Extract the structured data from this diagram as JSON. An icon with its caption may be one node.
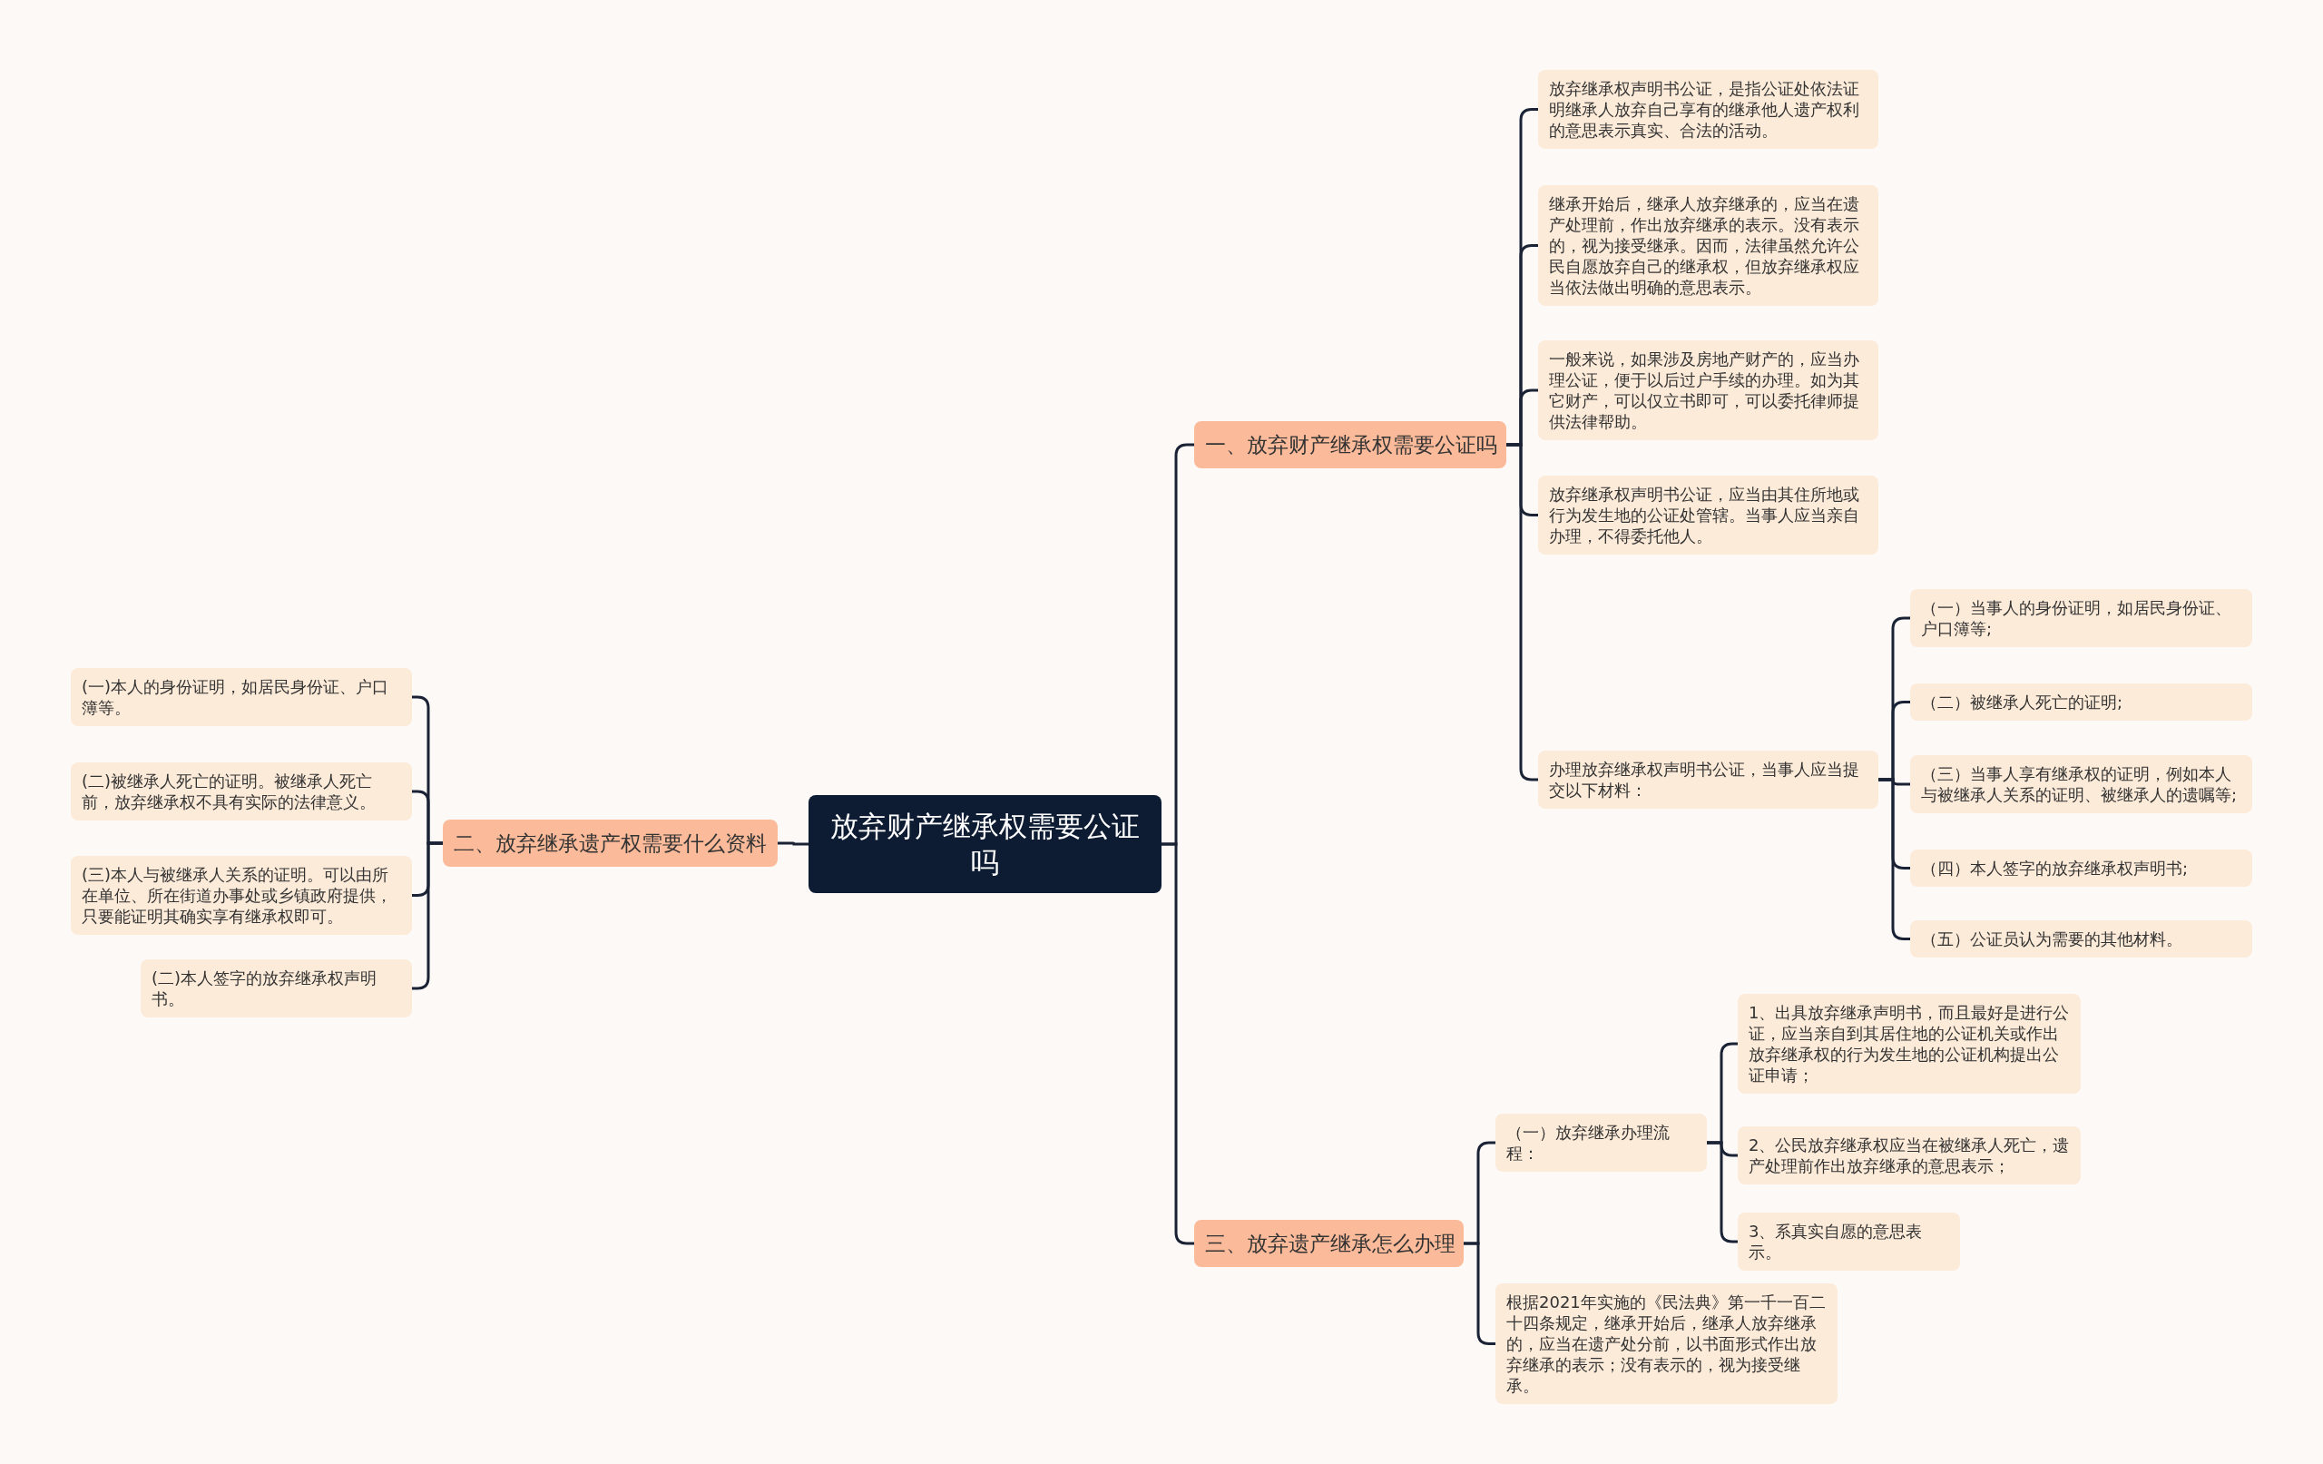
{
  "diagram": {
    "nodes": [
      {
        "text": [
          "放弃财产继承权需要公证吗"
        ]
      },
      {
        "text": [
          "一、放弃财产继承权需要公证吗"
        ]
      },
      {
        "text": [
          "放弃继承权声明书公证，是指公证处依法证明继承人放弃自己享有的继承他人遗产权利的意思表示真实、合法的活动。"
        ]
      },
      {
        "text": [
          "继承开始后，继承人放弃继承的，应当在遗产处理前，作出放弃继承的表示。没有表示的，视为接受继承。因而，法律虽然允许公民自愿放弃自己的继承权，但放弃继承权应当依法做出明确的意思表示。"
        ]
      },
      {
        "text": [
          "一般来说，如果涉及房地产财产的，应当办理公证，便于以后过户手续的办理。如为其它财产，可以仅立书即可，可以委托律师提供法律帮助。"
        ]
      },
      {
        "text": [
          "放弃继承权声明书公证，应当由其住所地或行为发生地的公证处管辖。当事人应当亲自办理，不得委托他人。"
        ]
      },
      {
        "text": [
          "办理放弃继承权声明书公证，当事人应当提交以下材料："
        ]
      },
      {
        "text": [
          "（一）当事人的身份证明，如居民身份证、户口簿等;"
        ]
      },
      {
        "text": [
          "（二）被继承人死亡的证明;"
        ]
      },
      {
        "text": [
          "（三）当事人享有继承权的证明，例如本人与被继承人关系的证明、被继承人的遗嘱等;"
        ]
      },
      {
        "text": [
          "（四）本人签字的放弃继承权声明书;"
        ]
      },
      {
        "text": [
          "（五）公证员认为需要的其他材料。"
        ]
      },
      {
        "text": [
          "三、放弃遗产继承怎么办理"
        ]
      },
      {
        "text": [
          "（一）放弃继承办理流程："
        ]
      },
      {
        "text": [
          "1、出具放弃继承声明书，而且最好是进行公证，应当亲自到其居住地的公证机关或作出放弃继承权的行为发生地的公证机构提出公证申请；"
        ]
      },
      {
        "text": [
          "2、公民放弃继承权应当在被继承人死亡，遗产处理前作出放弃继承的意思表示；"
        ]
      },
      {
        "text": [
          "3、系真实自愿的意思表示。"
        ]
      },
      {
        "text": [
          "根据2021年实施的《民法典》第一千一百二十四条规定，继承开始后，继承人放弃继承的，应当在遗产处分前，以书面形式作出放弃继承的表示；没有表示的，视为接受继承。"
        ]
      },
      {
        "text": [
          "二、放弃继承遗产权需要什么资料"
        ]
      },
      {
        "text": [
          "(一)本人的身份证明，如居民身份证、户口簿等。"
        ]
      },
      {
        "text": [
          "(二)被继承人死亡的证明。被继承人死亡前，放弃继承权不具有实际的法律意义。"
        ]
      },
      {
        "text": [
          "(三)本人与被继承人关系的证明。可以由所在单位、所在街道办事处或乡镇政府提供，只要能证明其确实享有继承权即可。"
        ]
      },
      {
        "text": [
          "(二)本人签字的放弃继承权声明书。"
        ]
      }
    ],
    "edges": [
      {
        "from": 0,
        "to": 1,
        "arrow": "none"
      },
      {
        "from": 1,
        "to": 2,
        "arrow": "none"
      },
      {
        "from": 1,
        "to": 3,
        "arrow": "none"
      },
      {
        "from": 1,
        "to": 4,
        "arrow": "none"
      },
      {
        "from": 1,
        "to": 5,
        "arrow": "none"
      },
      {
        "from": 1,
        "to": 6,
        "arrow": "none"
      },
      {
        "from": 6,
        "to": 7,
        "arrow": "none"
      },
      {
        "from": 6,
        "to": 8,
        "arrow": "none"
      },
      {
        "from": 6,
        "to": 9,
        "arrow": "none"
      },
      {
        "from": 6,
        "to": 10,
        "arrow": "none"
      },
      {
        "from": 6,
        "to": 11,
        "arrow": "none"
      },
      {
        "from": 0,
        "to": 12,
        "arrow": "none"
      },
      {
        "from": 12,
        "to": 13,
        "arrow": "none"
      },
      {
        "from": 13,
        "to": 14,
        "arrow": "none"
      },
      {
        "from": 13,
        "to": 15,
        "arrow": "none"
      },
      {
        "from": 13,
        "to": 16,
        "arrow": "none"
      },
      {
        "from": 12,
        "to": 17,
        "arrow": "none"
      },
      {
        "from": 0,
        "to": 18,
        "arrow": "none"
      },
      {
        "from": 18,
        "to": 19,
        "arrow": "none"
      },
      {
        "from": 18,
        "to": 20,
        "arrow": "none"
      },
      {
        "from": 18,
        "to": 21,
        "arrow": "none"
      },
      {
        "from": 18,
        "to": 22,
        "arrow": "none"
      }
    ]
  }
}
